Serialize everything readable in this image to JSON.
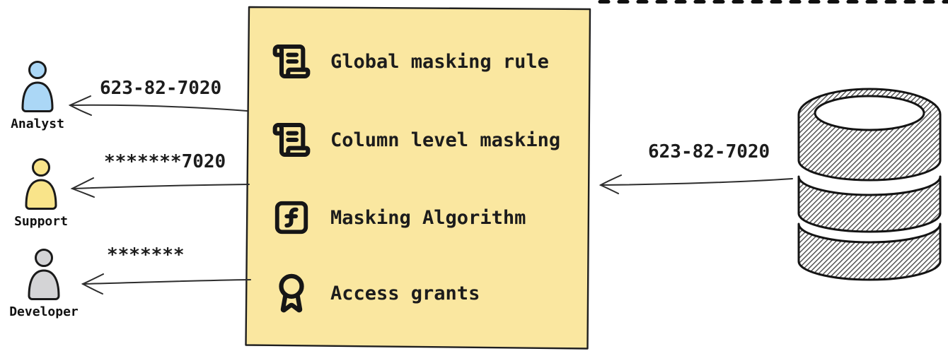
{
  "actors": [
    {
      "name": "Analyst",
      "received_value": "623-82-7020",
      "fill": "#abd7f6"
    },
    {
      "name": "Support",
      "received_value": "*******7020",
      "fill": "#f9e48a"
    },
    {
      "name": "Developer",
      "received_value": "*******",
      "fill": "#d4d4d6"
    }
  ],
  "masking_box": {
    "fill": "#fae7a0",
    "items": [
      {
        "icon": "scroll-icon",
        "label": "Global masking rule"
      },
      {
        "icon": "scroll-icon",
        "label": "Column level masking"
      },
      {
        "icon": "function-square-icon",
        "label": "Masking Algorithm"
      },
      {
        "icon": "award-icon",
        "label": "Access grants"
      }
    ]
  },
  "source": {
    "icon": "database-icon",
    "outgoing_value": "623-82-7020"
  }
}
